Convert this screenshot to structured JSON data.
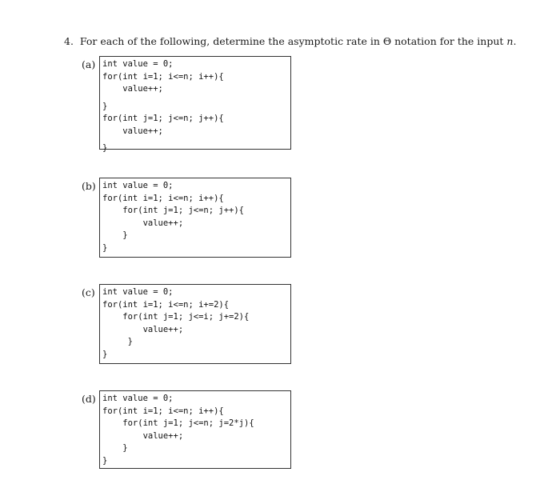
{
  "question": {
    "number": "4.",
    "text": "For each of the following, determine the asymptotic rate in Θ notation for the input",
    "variable": "n",
    "end": "."
  },
  "parts": {
    "a": {
      "label": "(a)",
      "lines": [
        "int value = 0;",
        "for(int i=1; i<=n; i++){",
        "    value++;",
        "}",
        "for(int j=1; j<=n; j++){",
        "    value++;",
        "}"
      ]
    },
    "b": {
      "label": "(b)",
      "lines": [
        "int value = 0;",
        "for(int i=1; i<=n; i++){",
        "    for(int j=1; j<=n; j++){",
        "        value++;",
        "    }",
        "}"
      ]
    },
    "c": {
      "label": "(c)",
      "lines": [
        "int value = 0;",
        "for(int i=1; i<=n; i+=2){",
        "    for(int j=1; j<=i; j+=2){",
        "        value++;",
        "     }",
        "}"
      ]
    },
    "d": {
      "label": "(d)",
      "lines": [
        "int value = 0;",
        "for(int i=1; i<=n; i++){",
        "    for(int j=1; j<=n; j=2*j){",
        "        value++;",
        "    }",
        "}"
      ]
    }
  }
}
